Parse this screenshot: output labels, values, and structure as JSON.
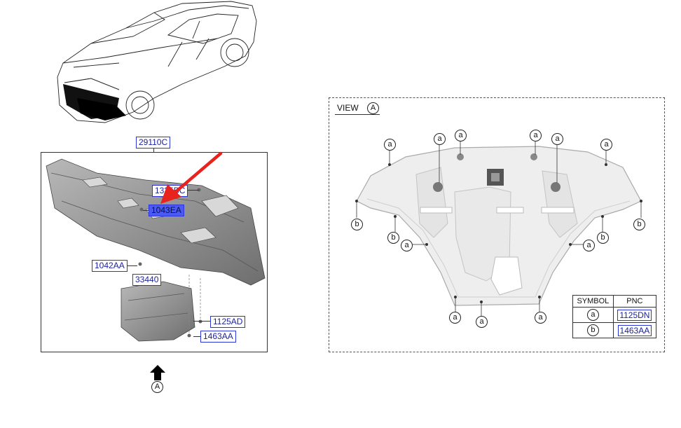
{
  "left_panel": {
    "group_label": "29110C",
    "parts": [
      {
        "id": "1335",
        "label": "1335BC",
        "highlight": false
      },
      {
        "id": "1043",
        "label": "1043EA",
        "highlight": true
      },
      {
        "id": "1042",
        "label": "1042AA",
        "highlight": false
      },
      {
        "id": "33440",
        "label": "33440",
        "highlight": false
      },
      {
        "id": "1125",
        "label": "1125AD",
        "highlight": false
      },
      {
        "id": "1463",
        "label": "1463AA",
        "highlight": false
      }
    ],
    "view_marker": "A"
  },
  "right_panel": {
    "view_title": "VIEW",
    "view_letter": "A",
    "callout_a": "a",
    "callout_b": "b",
    "legend": {
      "header_symbol": "SYMBOL",
      "header_pnc": "PNC",
      "rows": [
        {
          "symbol": "a",
          "pnc": "1125DN"
        },
        {
          "symbol": "b",
          "pnc": "1463AA"
        }
      ]
    }
  },
  "colors": {
    "pnc_border": "#2b35d8",
    "pnc_text": "#1a1f9e",
    "highlight_fill": "#4a5af2",
    "arrow_red": "#e8231e"
  }
}
